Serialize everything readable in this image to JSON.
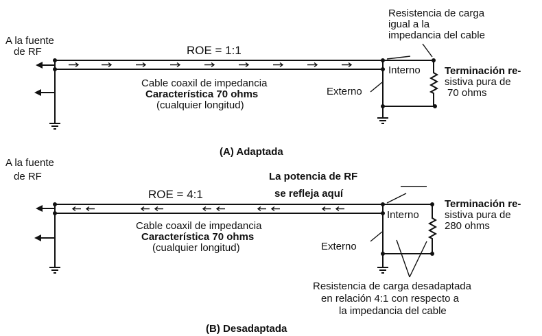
{
  "figure_a": {
    "source_label_1": "A la fuente",
    "source_label_2": "de RF",
    "roe": "ROE  =  1:1",
    "cable_line_1": "Cable coaxil de impedancia",
    "cable_line_2": "Característica  70 ohms",
    "cable_line_3": "(cualquier longitud)",
    "inner_label": "Interno",
    "outer_label": "Externo",
    "termination_line_1": "Terminación re-",
    "termination_line_2": "sistiva pura de",
    "termination_line_3": "70  ohms",
    "load_line_1": "Resistencia de carga",
    "load_line_2": "igual a la",
    "load_line_3": "impedancia del cable",
    "caption": "(A)  Adaptada"
  },
  "figure_b": {
    "source_label_1": "A la fuente",
    "source_label_2": "de RF",
    "roe": "ROE  =  4:1",
    "reflect_line_1": "La potencia de  RF",
    "reflect_line_2": "se  refleja  aquí",
    "cable_line_1": "Cable coaxil de impedancia",
    "cable_line_2": "Característica  70 ohms",
    "cable_line_3": "(cualquier longitud)",
    "inner_label": "Interno",
    "outer_label": "Externo",
    "termination_line_1": "Terminación re-",
    "termination_line_2": "sistiva pura de",
    "termination_line_3": "280 ohms",
    "mismatch_line_1": "Resistencia de carga desadaptada",
    "mismatch_line_2": "en relación 4:1 con respecto a",
    "mismatch_line_3": "la impedancia del cable",
    "caption": "(B)  Desadaptada"
  }
}
